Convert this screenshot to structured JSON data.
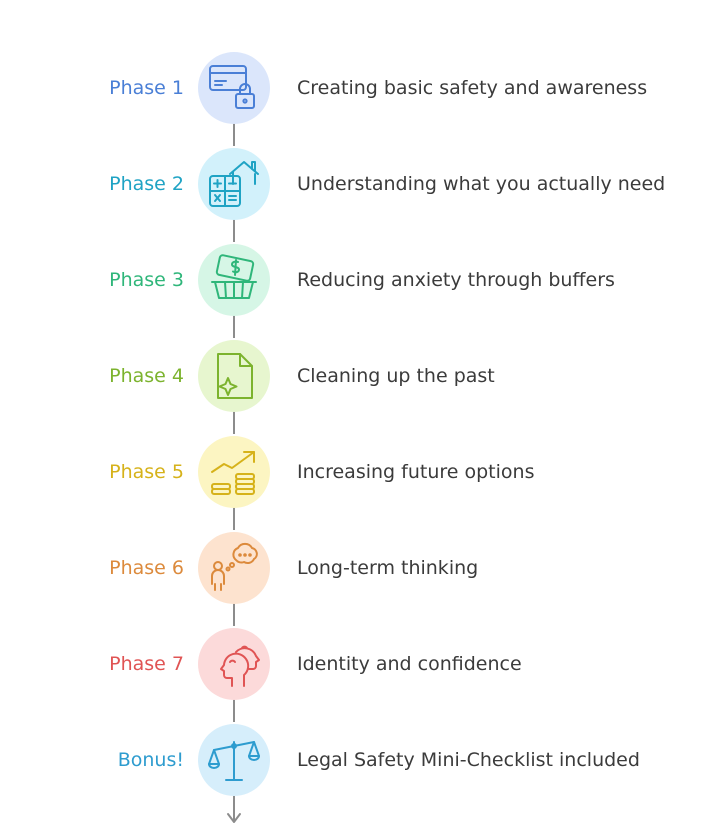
{
  "steps": [
    {
      "label": "Phase 1",
      "description": "Creating basic safety and awareness",
      "color": "#4a7fd6",
      "bg": "#dbe6fb",
      "icon": "credit-card-lock-icon"
    },
    {
      "label": "Phase 2",
      "description": "Understanding what you actually need",
      "color": "#1fa3c4",
      "bg": "#d2f1fb",
      "icon": "calculator-house-icon"
    },
    {
      "label": "Phase 3",
      "description": "Reducing anxiety through buffers",
      "color": "#2fb67a",
      "bg": "#d6f6e6",
      "icon": "money-basket-icon"
    },
    {
      "label": "Phase 4",
      "description": "Cleaning up the past",
      "color": "#7cb32e",
      "bg": "#e7f6cf",
      "icon": "document-sparkle-icon"
    },
    {
      "label": "Phase 5",
      "description": "Increasing future options",
      "color": "#d6b21a",
      "bg": "#fcf5c2",
      "icon": "growth-coins-icon"
    },
    {
      "label": "Phase 6",
      "description": "Long-term thinking",
      "color": "#dc8a3c",
      "bg": "#fde3cf",
      "icon": "person-thought-icon"
    },
    {
      "label": "Phase 7",
      "description": "Identity and confidence",
      "color": "#e05454",
      "bg": "#fcdada",
      "icon": "faces-profile-icon"
    },
    {
      "label": "Bonus!",
      "description": "Legal Safety Mini-Checklist included",
      "color": "#2e9ccf",
      "bg": "#d6eefb",
      "icon": "scales-icon"
    }
  ]
}
